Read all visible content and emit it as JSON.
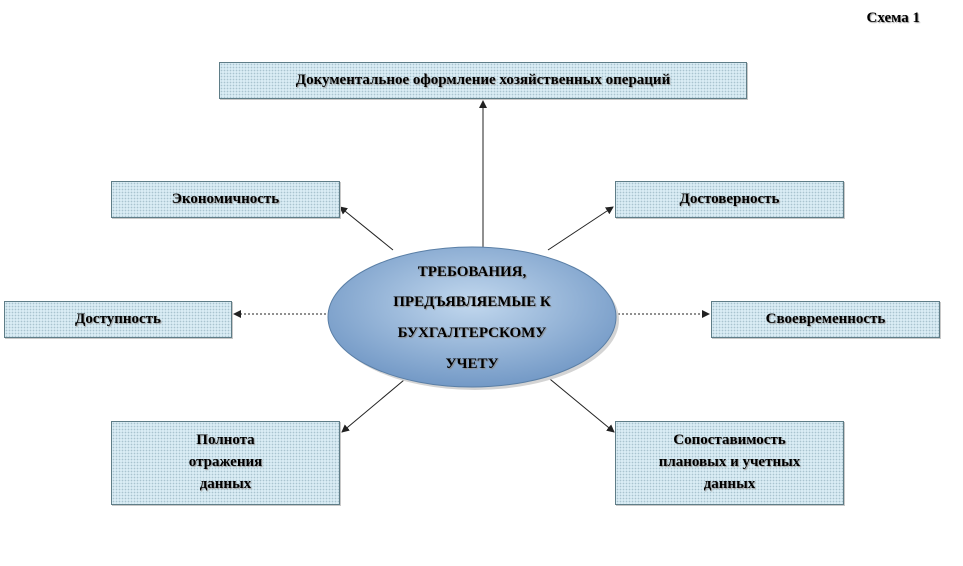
{
  "scheme_label": "Схема 1",
  "center": {
    "lines": [
      "ТРЕБОВАНИЯ,",
      "ПРЕДЪЯВЛЯЕМЫЕ К",
      "БУХГАЛТЕРСКОМУ",
      "УЧЕТУ"
    ]
  },
  "nodes": {
    "top": "Документальное оформление хозяйственных операций",
    "economy": "Экономичность",
    "reliability": "Достоверность",
    "accessibility": "Доступность",
    "timeliness": "Своевременность",
    "completeness": [
      "Полнота",
      "отражения",
      "данных"
    ],
    "comparability": [
      "Сопоставимость",
      "плановых и учетных",
      "данных"
    ]
  },
  "colors": {
    "box_fill": "#d9ecf4",
    "box_border": "#5f7d87",
    "ellipse_center": "#c2d8ee",
    "ellipse_edge": "#7399c6",
    "arrow": "#222222"
  }
}
